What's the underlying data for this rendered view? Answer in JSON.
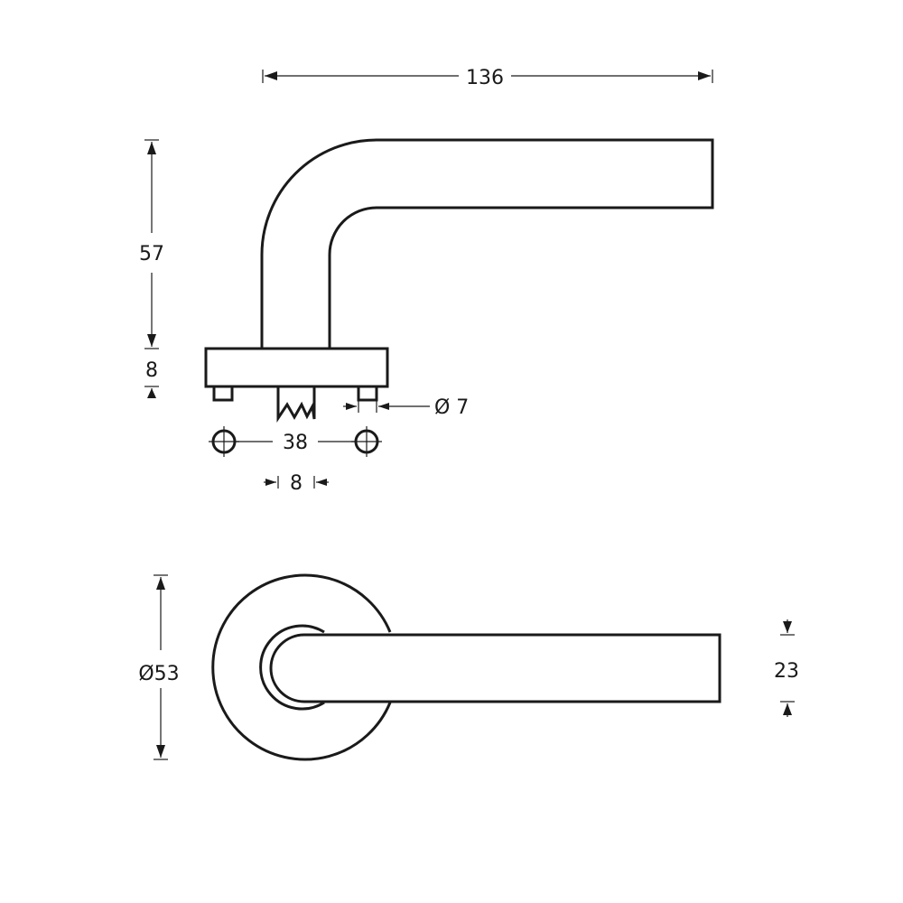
{
  "dimensions": {
    "overall_length": "136",
    "lever_height": "57",
    "rose_thickness": "8",
    "pin_diameter": "Ø 7",
    "screw_spacing": "38",
    "spindle_size": "8",
    "rose_diameter": "Ø53",
    "lever_width": "23"
  },
  "colors": {
    "line": "#1a1a1a",
    "background": "#ffffff"
  }
}
